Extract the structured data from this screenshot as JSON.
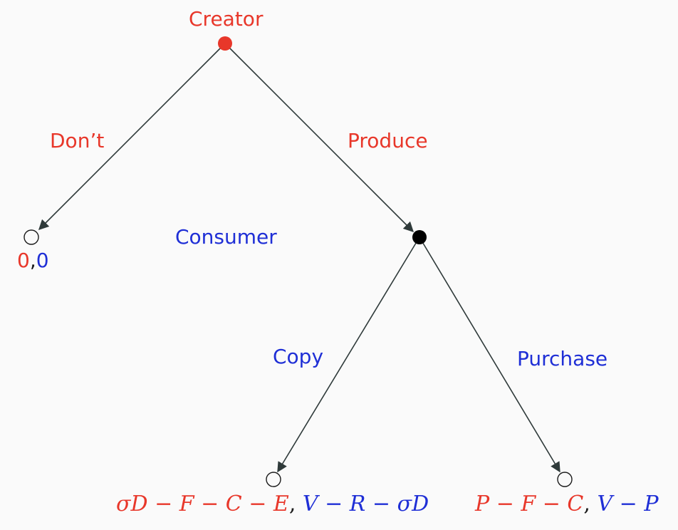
{
  "colors": {
    "creator": "#e8372a",
    "consumer": "#1f2fd6",
    "edge": "#2f3a3a"
  },
  "nodes": {
    "root_label": "Creator",
    "consumer_label": "Consumer"
  },
  "edges": {
    "dont": "Don’t",
    "produce": "Produce",
    "copy": "Copy",
    "purchase": "Purchase"
  },
  "payoffs": {
    "dont": {
      "creator": "0",
      "sep": ",",
      "consumer": "0"
    },
    "copy": {
      "creator": "σD − F − C − E",
      "sep": ",",
      "consumer": "V − R − σD"
    },
    "purchase": {
      "creator": "P − F − C",
      "sep": ",",
      "consumer": "V − P"
    }
  }
}
